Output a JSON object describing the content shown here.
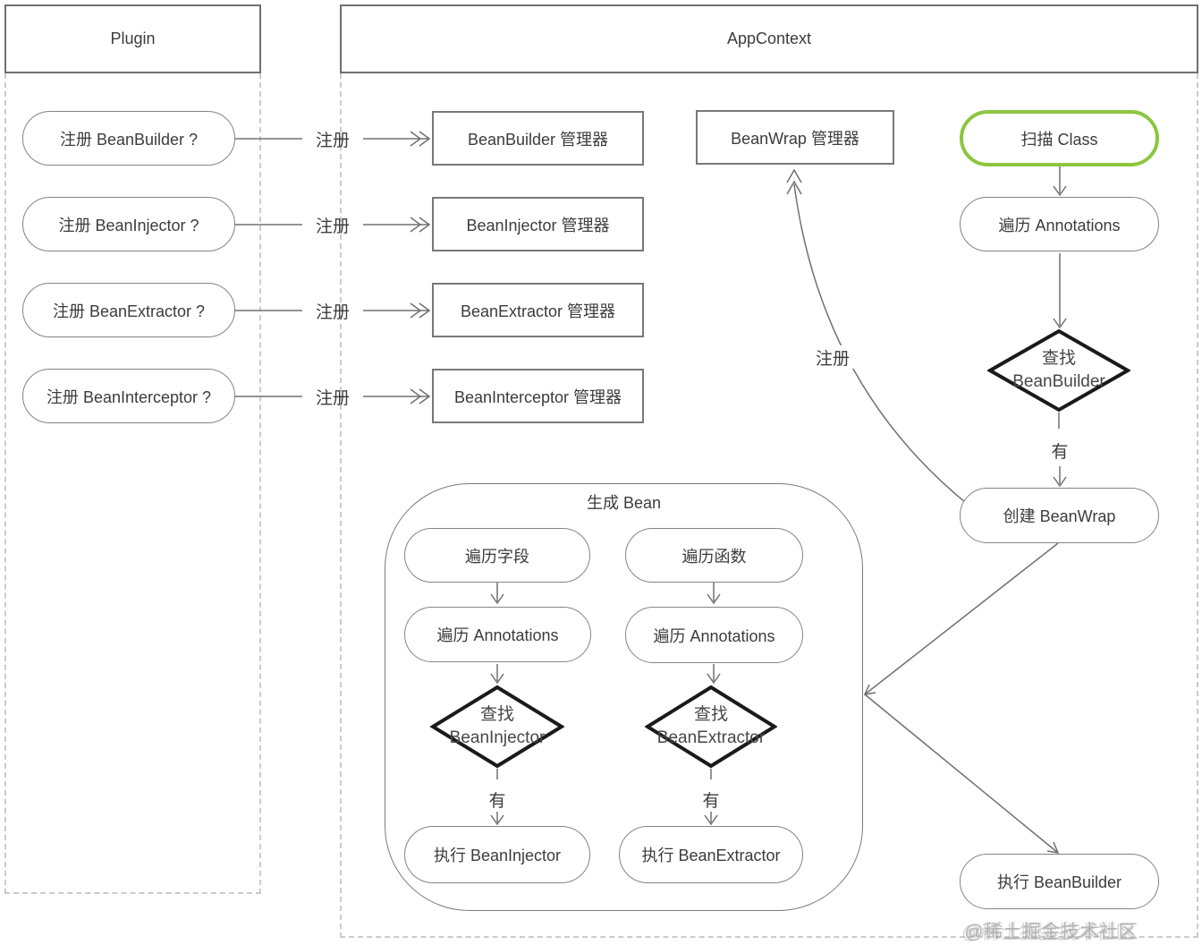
{
  "plugin": {
    "title": "Plugin",
    "items": [
      {
        "label": "注册 BeanBuilder ?"
      },
      {
        "label": "注册 BeanInjector ?"
      },
      {
        "label": "注册 BeanExtractor ?"
      },
      {
        "label": "注册 BeanInterceptor ?"
      }
    ]
  },
  "appcontext": {
    "title": "AppContext",
    "managers": [
      {
        "label": "BeanBuilder 管理器"
      },
      {
        "label": "BeanInjector 管理器"
      },
      {
        "label": "BeanExtractor 管理器"
      },
      {
        "label": "BeanInterceptor 管理器"
      }
    ],
    "beanwrap_manager": "BeanWrap 管理器"
  },
  "edge_labels": {
    "register": "注册",
    "yes": "有"
  },
  "scan_flow": {
    "scan_class": "扫描 Class",
    "iterate_annotations": "遍历 Annotations",
    "find_builder": {
      "line1": "查找",
      "line2": "BeanBuilder"
    },
    "create_beanwrap": "创建 BeanWrap",
    "exec_builder": "执行 BeanBuilder"
  },
  "gen_bean": {
    "title": "生成 Bean",
    "field_flow": {
      "start": "遍历字段",
      "annotations": "遍历 Annotations",
      "find": {
        "line1": "查找",
        "line2": "BeanInjector"
      },
      "exec": "执行 BeanInjector"
    },
    "method_flow": {
      "start": "遍历函数",
      "annotations": "遍历 Annotations",
      "find": {
        "line1": "查找",
        "line2": "BeanExtractor"
      },
      "exec": "执行 BeanExtractor"
    }
  },
  "watermark": "@稀土掘金技术社区",
  "colors": {
    "accent_green": "#8cc63e",
    "line_gray": "#707070",
    "diamond_black": "#1a1a1a"
  }
}
